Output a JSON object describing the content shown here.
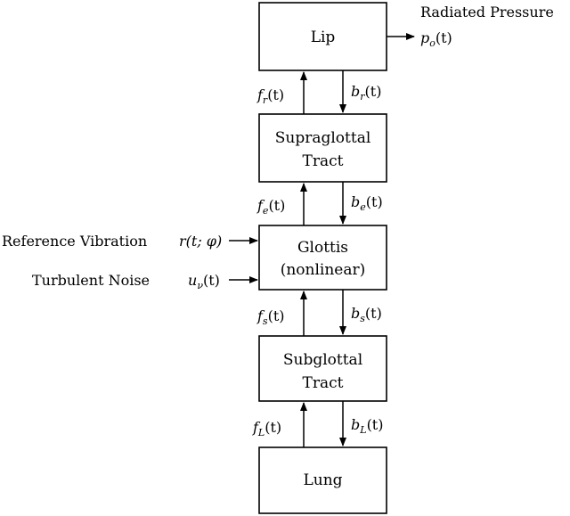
{
  "blocks": {
    "lip": "Lip",
    "supraglottal": [
      "Supraglottal",
      "Tract"
    ],
    "glottis": [
      "Glottis",
      "(nonlinear)"
    ],
    "subglottal": [
      "Subglottal",
      "Tract"
    ],
    "lung": "Lung"
  },
  "signals": {
    "output_label": "Radiated Pressure",
    "output": {
      "base": "p",
      "sub": "o",
      "arg": "(t)"
    },
    "f_r": {
      "base": "f",
      "sub": "r",
      "arg": "(t)"
    },
    "b_r": {
      "base": "b",
      "sub": "r",
      "arg": "(t)"
    },
    "f_e": {
      "base": "f",
      "sub": "e",
      "arg": "(t)"
    },
    "b_e": {
      "base": "b",
      "sub": "e",
      "arg": "(t)"
    },
    "f_s": {
      "base": "f",
      "sub": "s",
      "arg": "(t)"
    },
    "b_s": {
      "base": "b",
      "sub": "s",
      "arg": "(t)"
    },
    "f_L": {
      "base": "f",
      "sub": "L",
      "arg": "(t)"
    },
    "b_L": {
      "base": "b",
      "sub": "L",
      "arg": "(t)"
    }
  },
  "inputs": {
    "reference_label": "Reference Vibration",
    "reference_signal": "r(t; φ)",
    "noise_label": "Turbulent Noise",
    "noise": {
      "base": "u",
      "sub": "ν",
      "arg": "(t)"
    }
  }
}
